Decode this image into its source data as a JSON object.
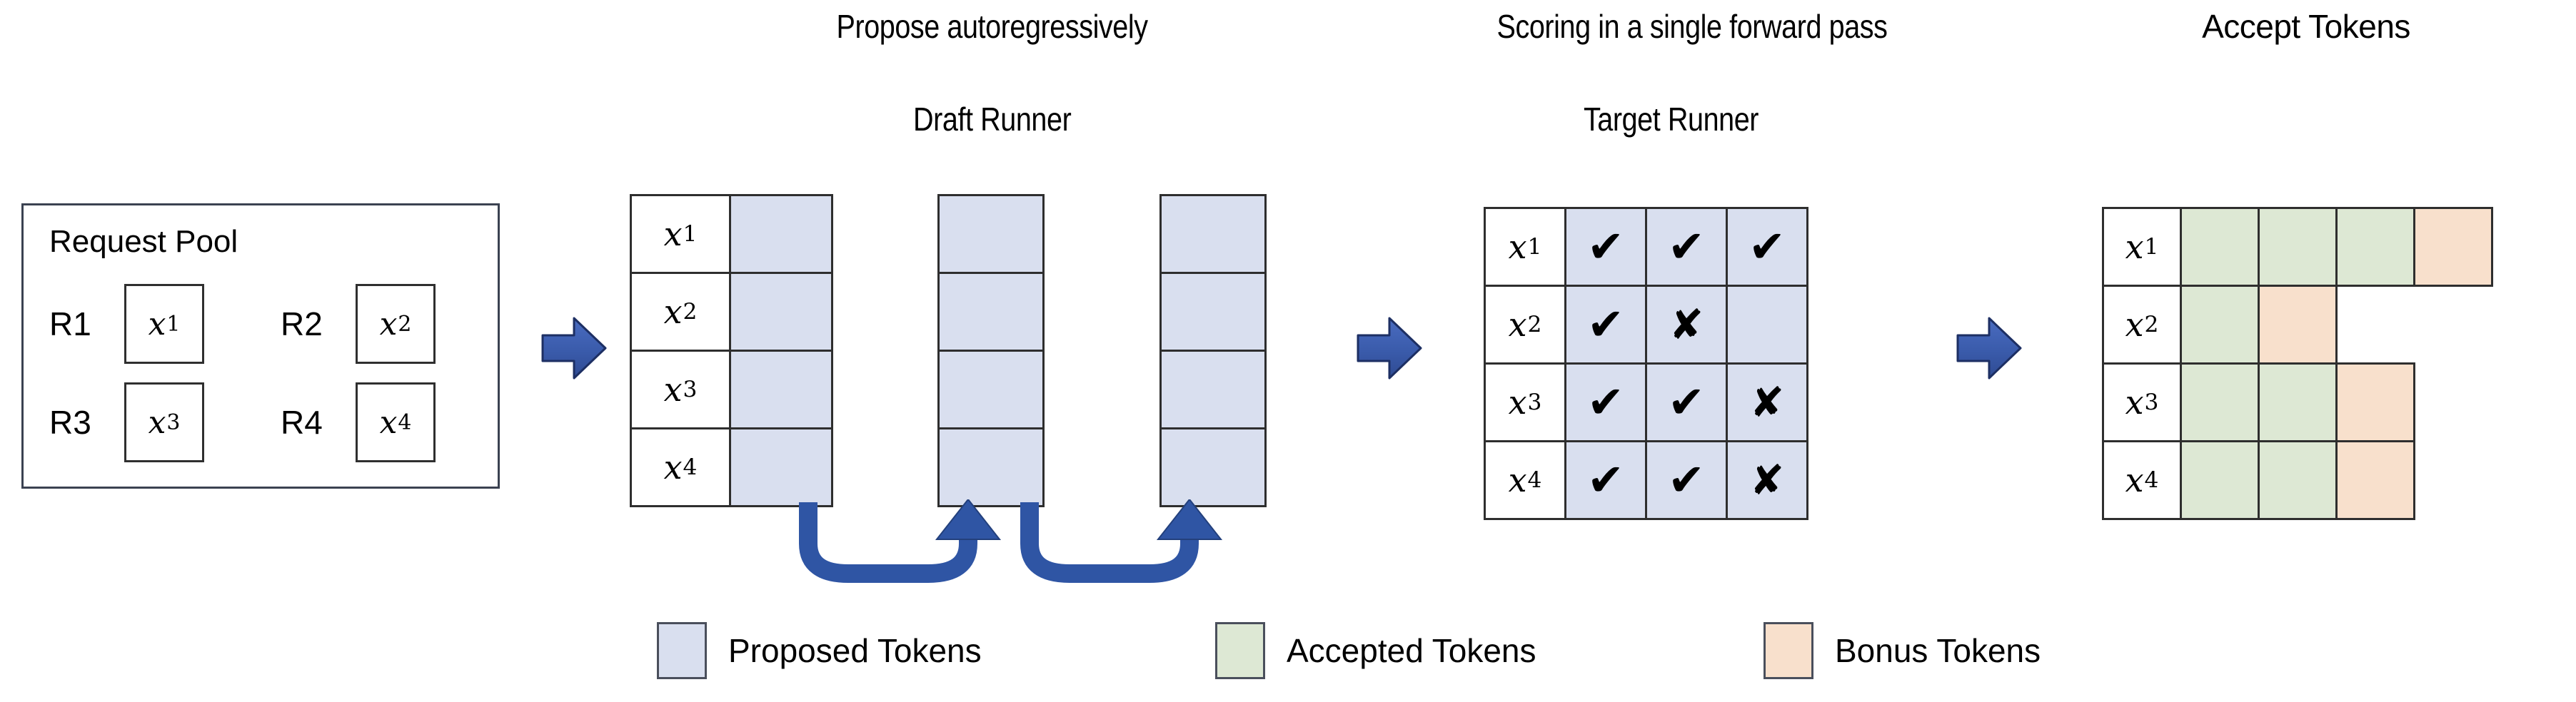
{
  "headings": {
    "propose": "Propose autoregressively",
    "scoring": "Scoring in a single forward pass",
    "accept": "Accept Tokens",
    "draft_runner": "Draft Runner",
    "target_runner": "Target Runner"
  },
  "request_pool": {
    "title": "Request Pool",
    "requests": [
      {
        "label": "R1",
        "token": "x",
        "index": "1"
      },
      {
        "label": "R2",
        "token": "x",
        "index": "2"
      },
      {
        "label": "R3",
        "token": "x",
        "index": "3"
      },
      {
        "label": "R4",
        "token": "x",
        "index": "4"
      }
    ]
  },
  "row_labels": [
    {
      "token": "x",
      "index": "1"
    },
    {
      "token": "x",
      "index": "2"
    },
    {
      "token": "x",
      "index": "3"
    },
    {
      "token": "x",
      "index": "4"
    }
  ],
  "draft_runner": {
    "step_count": 3,
    "rows": [
      [
        "proposed",
        "proposed",
        "proposed"
      ],
      [
        "proposed",
        "proposed",
        "proposed"
      ],
      [
        "proposed",
        "proposed",
        "proposed"
      ],
      [
        "proposed",
        "proposed",
        "proposed"
      ]
    ]
  },
  "target_runner": {
    "marks": [
      [
        "check",
        "check",
        "check"
      ],
      [
        "check",
        "cross",
        ""
      ],
      [
        "check",
        "check",
        "cross"
      ],
      [
        "check",
        "check",
        "cross"
      ]
    ]
  },
  "accept_tokens": {
    "rows": [
      [
        "accepted",
        "accepted",
        "accepted",
        "bonus"
      ],
      [
        "accepted",
        "bonus",
        "",
        ""
      ],
      [
        "accepted",
        "accepted",
        "bonus",
        ""
      ],
      [
        "accepted",
        "accepted",
        "bonus",
        ""
      ]
    ]
  },
  "legend": [
    {
      "label": "Proposed Tokens",
      "swatch": "proposed",
      "color": "#d9dfef"
    },
    {
      "label": "Accepted Tokens",
      "swatch": "accepted",
      "color": "#dde8d4"
    },
    {
      "label": "Bonus Tokens",
      "swatch": "bonus",
      "color": "#f8e0cc"
    }
  ],
  "glyphs": {
    "check": "✔",
    "cross": "✘"
  },
  "colors": {
    "proposed": "#d9dfef",
    "accepted": "#dde8d4",
    "bonus": "#f8e0cc",
    "arrow_blue": "#3a5bab",
    "border": "#2e2e2e"
  }
}
